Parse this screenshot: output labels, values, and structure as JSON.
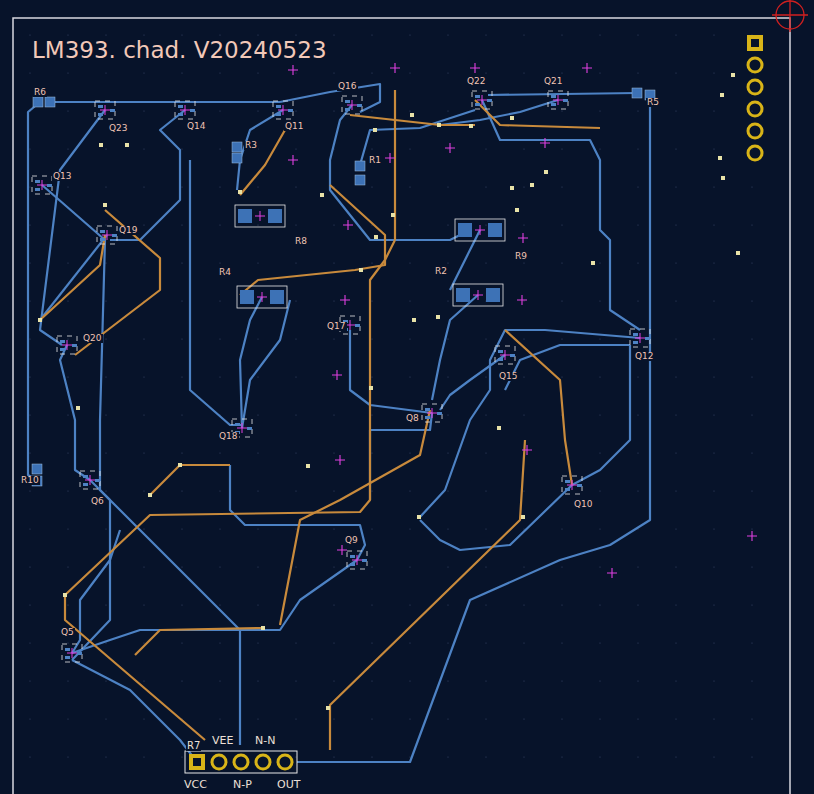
{
  "diagram": {
    "title": "LM393. chad. V20240523",
    "labels": [
      "R6",
      "Q23",
      "Q14",
      "Q11",
      "Q16",
      "Q22",
      "Q21",
      "R5",
      "R3",
      "R1",
      "Q13",
      "Q19",
      "R8",
      "R9",
      "R4",
      "R2",
      "Q20",
      "Q17",
      "Q15",
      "Q12",
      "Q18",
      "Q8",
      "Q10",
      "Q9",
      "R10",
      "Q6",
      "Q5",
      "R7",
      "VEE",
      "N-N",
      "VCC",
      "N-P",
      "OUT"
    ]
  }
}
